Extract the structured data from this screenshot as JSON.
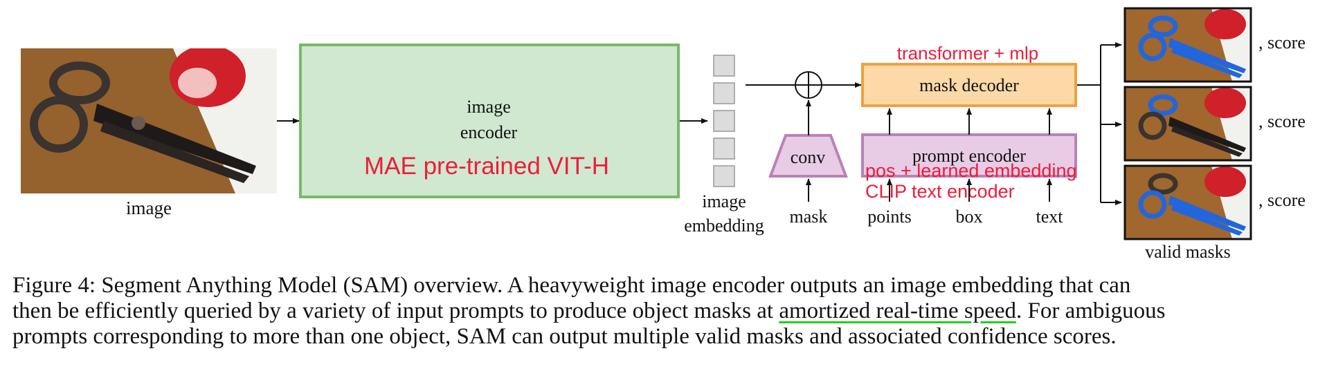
{
  "diagram": {
    "input_image_label": "image",
    "encoder": {
      "line1": "image",
      "line2": "encoder",
      "annotation": "MAE pre-trained VIT-H"
    },
    "embedding": {
      "line1": "image",
      "line2": "embedding"
    },
    "conv_label": "conv",
    "mask_label": "mask",
    "decoder": {
      "label": "mask decoder",
      "annotation": "transformer + mlp"
    },
    "prompt_encoder": {
      "label": "prompt encoder",
      "annotation1": "pos + learned embedding",
      "annotation2": "CLIP text encoder"
    },
    "prompt_inputs": [
      "points",
      "box",
      "text"
    ],
    "score_labels": [
      ", score",
      ", score",
      ", score"
    ],
    "valid_masks_label": "valid masks",
    "colors": {
      "encoder_fill": "#cfe8cf",
      "encoder_border": "#7ab86a",
      "decoder_fill": "#fdd9a8",
      "decoder_border": "#f0a040",
      "prompt_fill": "#e8cce6",
      "prompt_border": "#b982b6",
      "annotation": "#ee1c3a",
      "mask_highlight": "#2266dd"
    }
  },
  "caption": {
    "line1": "Figure 4: Segment Anything Model (SAM) overview. A heavyweight image encoder outputs an image embedding that can",
    "line2_before": "then be efficiently queried by a variety of input prompts to produce object masks at ",
    "line2_underlined": "amortized real-time speed",
    "line2_after": ". For ambiguous",
    "line3": "prompts corresponding to more than one object, SAM can output multiple valid masks and associated confidence scores."
  }
}
